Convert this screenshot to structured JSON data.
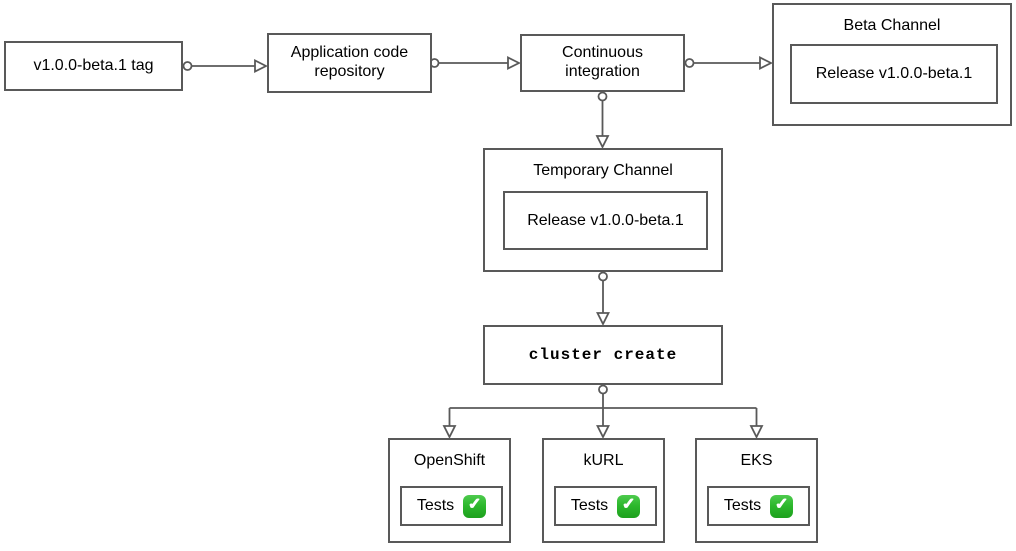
{
  "diagram": {
    "background_color": "#ffffff",
    "stroke_color": "#595959",
    "text_color": "#000000",
    "check_green_color": "#2db82d",
    "nodes": {
      "version_tag": {
        "label": "v1.0.0-beta.1 tag"
      },
      "app_repo": {
        "label": "Application code repository"
      },
      "ci": {
        "label": "Continuous integration"
      },
      "beta_channel": {
        "title": "Beta Channel",
        "release_label": "Release v1.0.0-beta.1"
      },
      "temporary_channel": {
        "title": "Temporary Channel",
        "release_label": "Release v1.0.0-beta.1"
      },
      "cluster_create": {
        "label": "cluster create"
      },
      "clusters": [
        {
          "title": "OpenShift",
          "tests_label": "Tests"
        },
        {
          "title": "kURL",
          "tests_label": "Tests"
        },
        {
          "title": "EKS",
          "tests_label": "Tests"
        }
      ]
    },
    "icons": {
      "tests_passed_check": "✓"
    }
  }
}
